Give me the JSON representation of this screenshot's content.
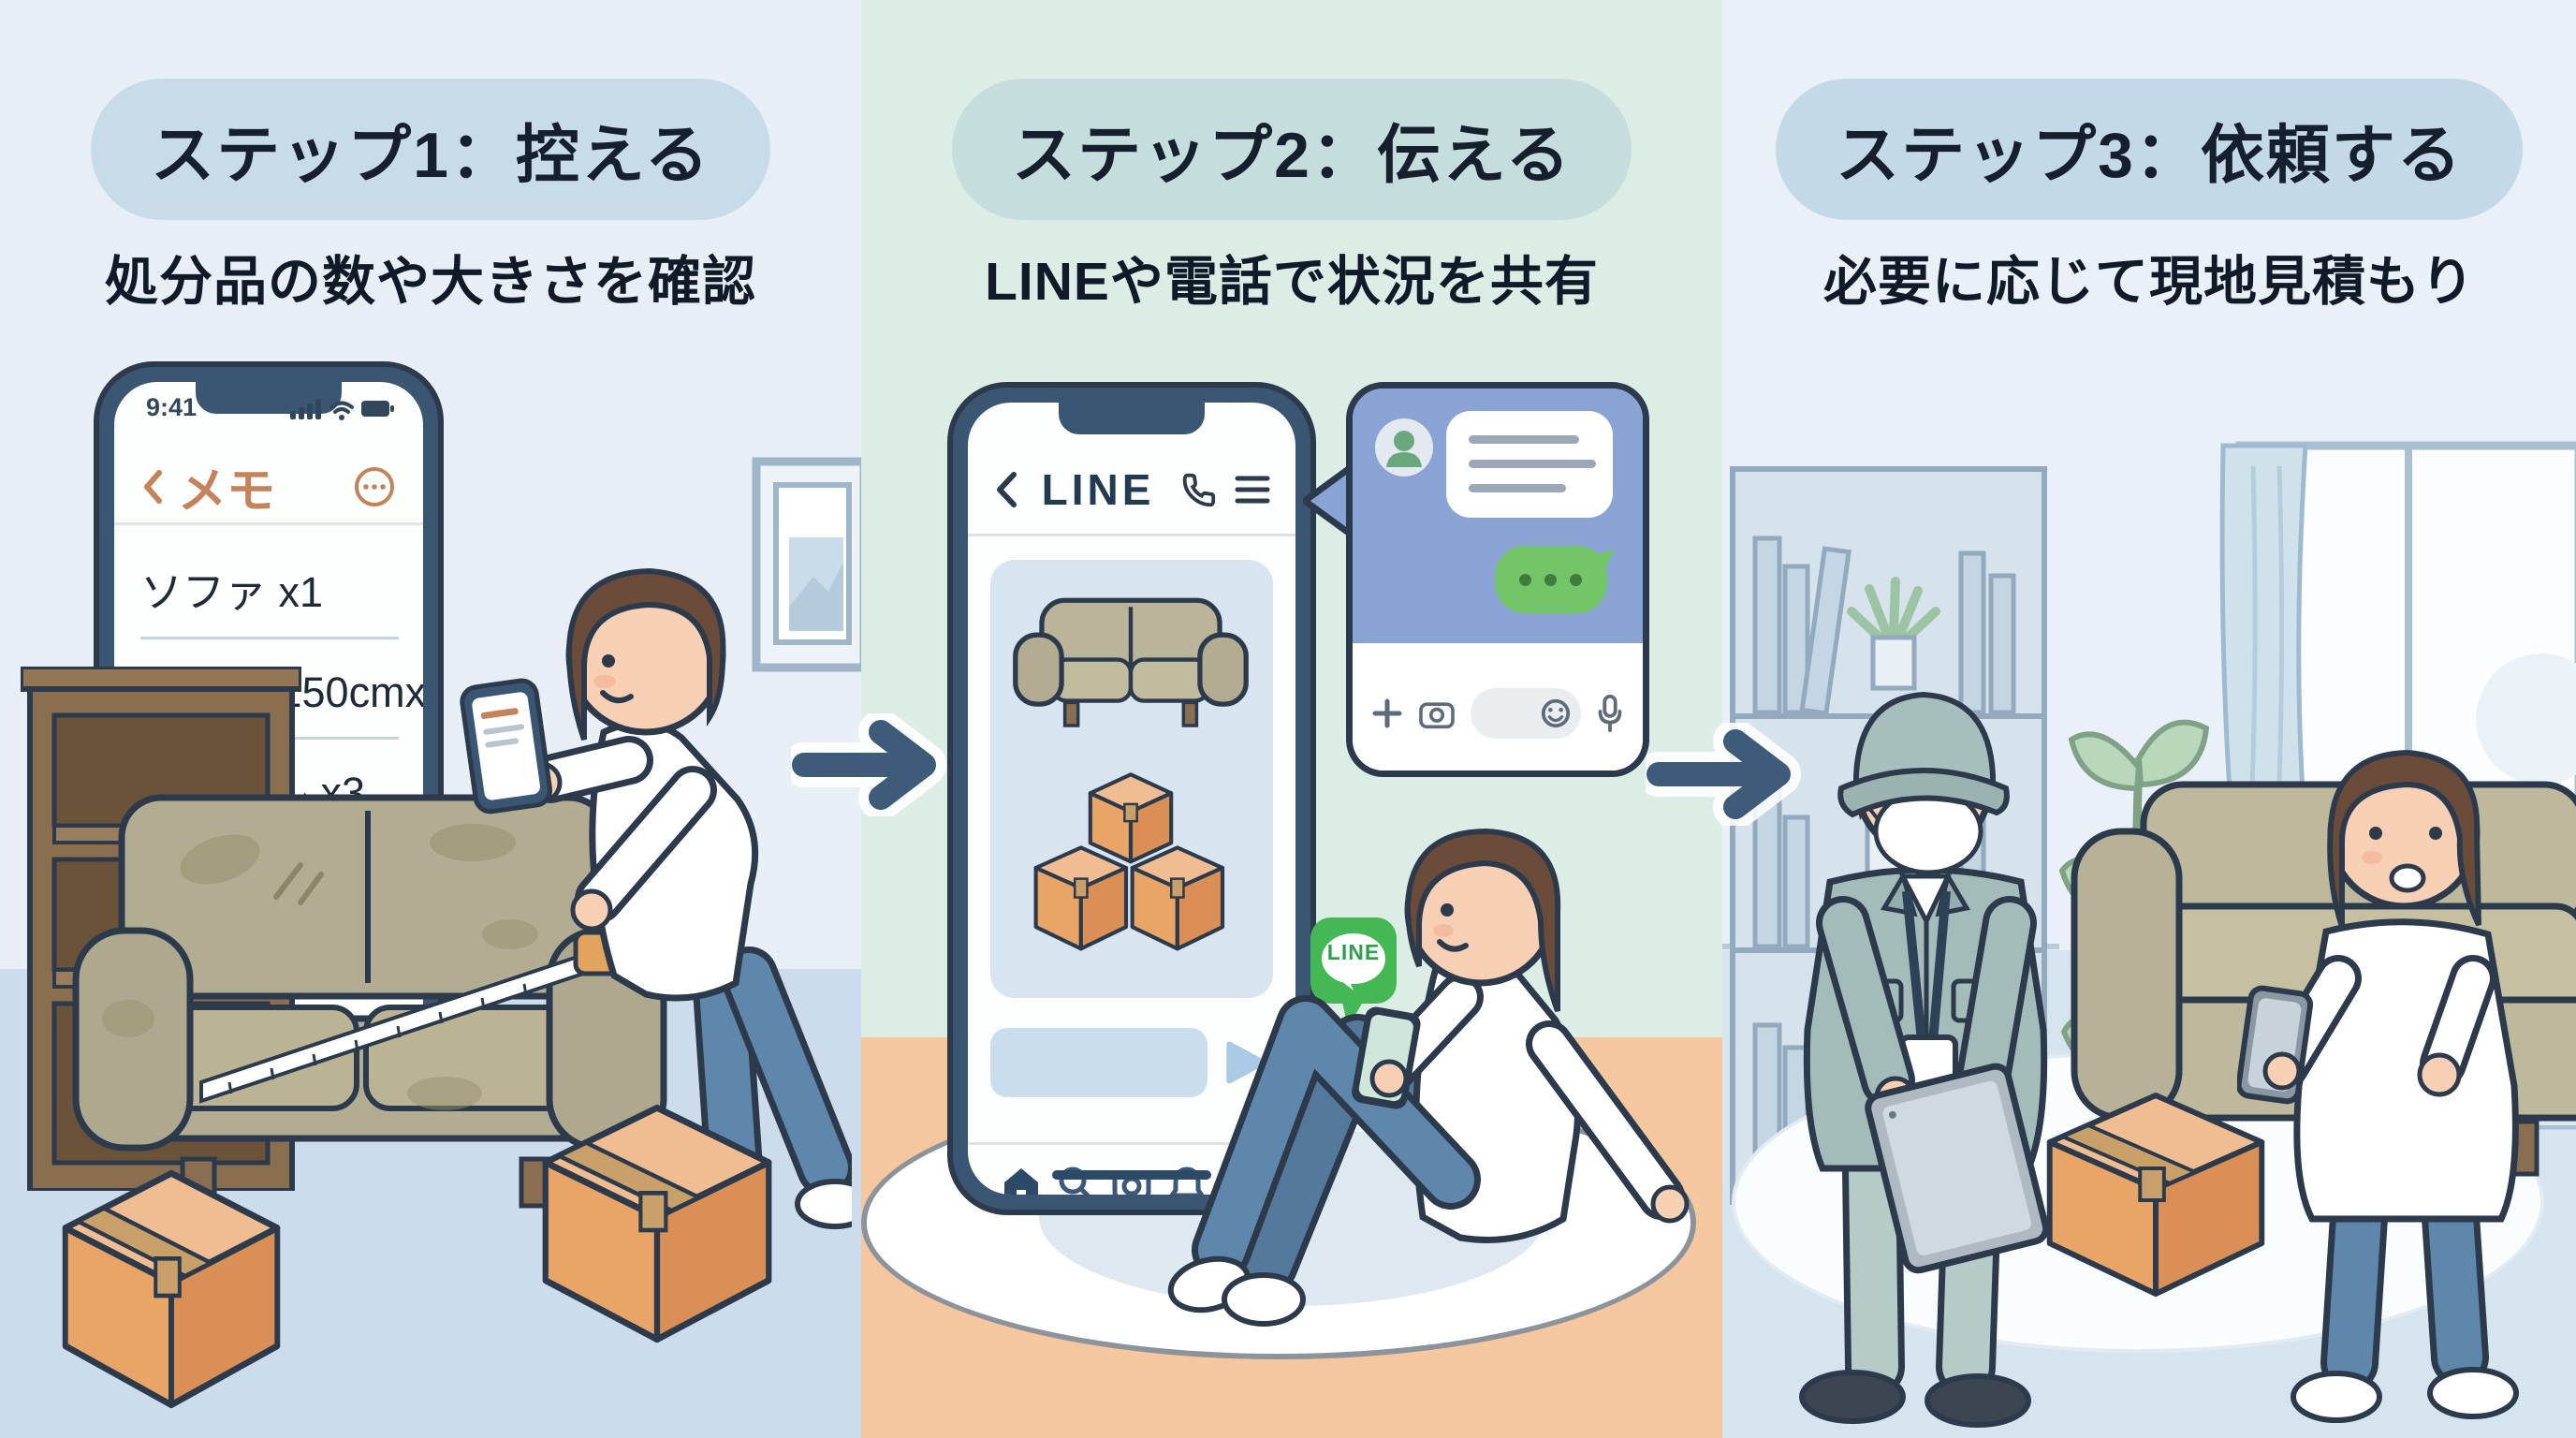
{
  "steps": [
    {
      "title": "ステップ1：控える",
      "subtitle": "処分品の数や大きさを確認"
    },
    {
      "title": "ステップ2：伝える",
      "subtitle": "LINEや電話で状況を共有"
    },
    {
      "title": "ステップ3：依頼する",
      "subtitle": "必要に応じて現地見積もり"
    }
  ],
  "memo_phone": {
    "status_time": "9:41",
    "nav_title": "メモ",
    "items": [
      "ソファ x1",
      "大きさ 150cmx80cm",
      "段ボール x3"
    ]
  },
  "line_phone": {
    "header_title": "LINE"
  },
  "line_badge": {
    "label": "LINE"
  },
  "icons": {
    "memo_back": "chevron-left",
    "memo_more": "circled-ellipsis",
    "line_back": "chevron-left",
    "line_call": "phone-handset",
    "line_menu": "hamburger",
    "nav": [
      "home",
      "search",
      "camera",
      "bell",
      "menu"
    ],
    "chat_input": [
      "plus",
      "camera",
      "smiley",
      "microphone"
    ],
    "status": [
      "signal-bars",
      "wifi",
      "battery"
    ],
    "flow": "right-arrow"
  },
  "colors": {
    "panel1_bg": "#e8eef6",
    "panel2_bg": "#dcede6",
    "panel3_bg": "#eaf0f8",
    "pill1": "#c7dbe9",
    "pill2": "#c5dedd",
    "pill3": "#c4d9e8",
    "floor1": "#ccdcec",
    "floor2": "#f5c79f",
    "floor3": "#d6e4f0",
    "phone_frame": "#3a5673",
    "memo_accent": "#c4835a",
    "chat_blue": "#8aa3d5",
    "line_green": "#44b854",
    "bubble_green": "#74c468",
    "arrow": "#3e5c79",
    "box_orange": "#e8a567",
    "sofa_olive": "#b2ad92",
    "sofa_khaki": "#beb89c",
    "jeans_blue": "#5f87ab",
    "uniform_teal": "#a3bcba"
  }
}
